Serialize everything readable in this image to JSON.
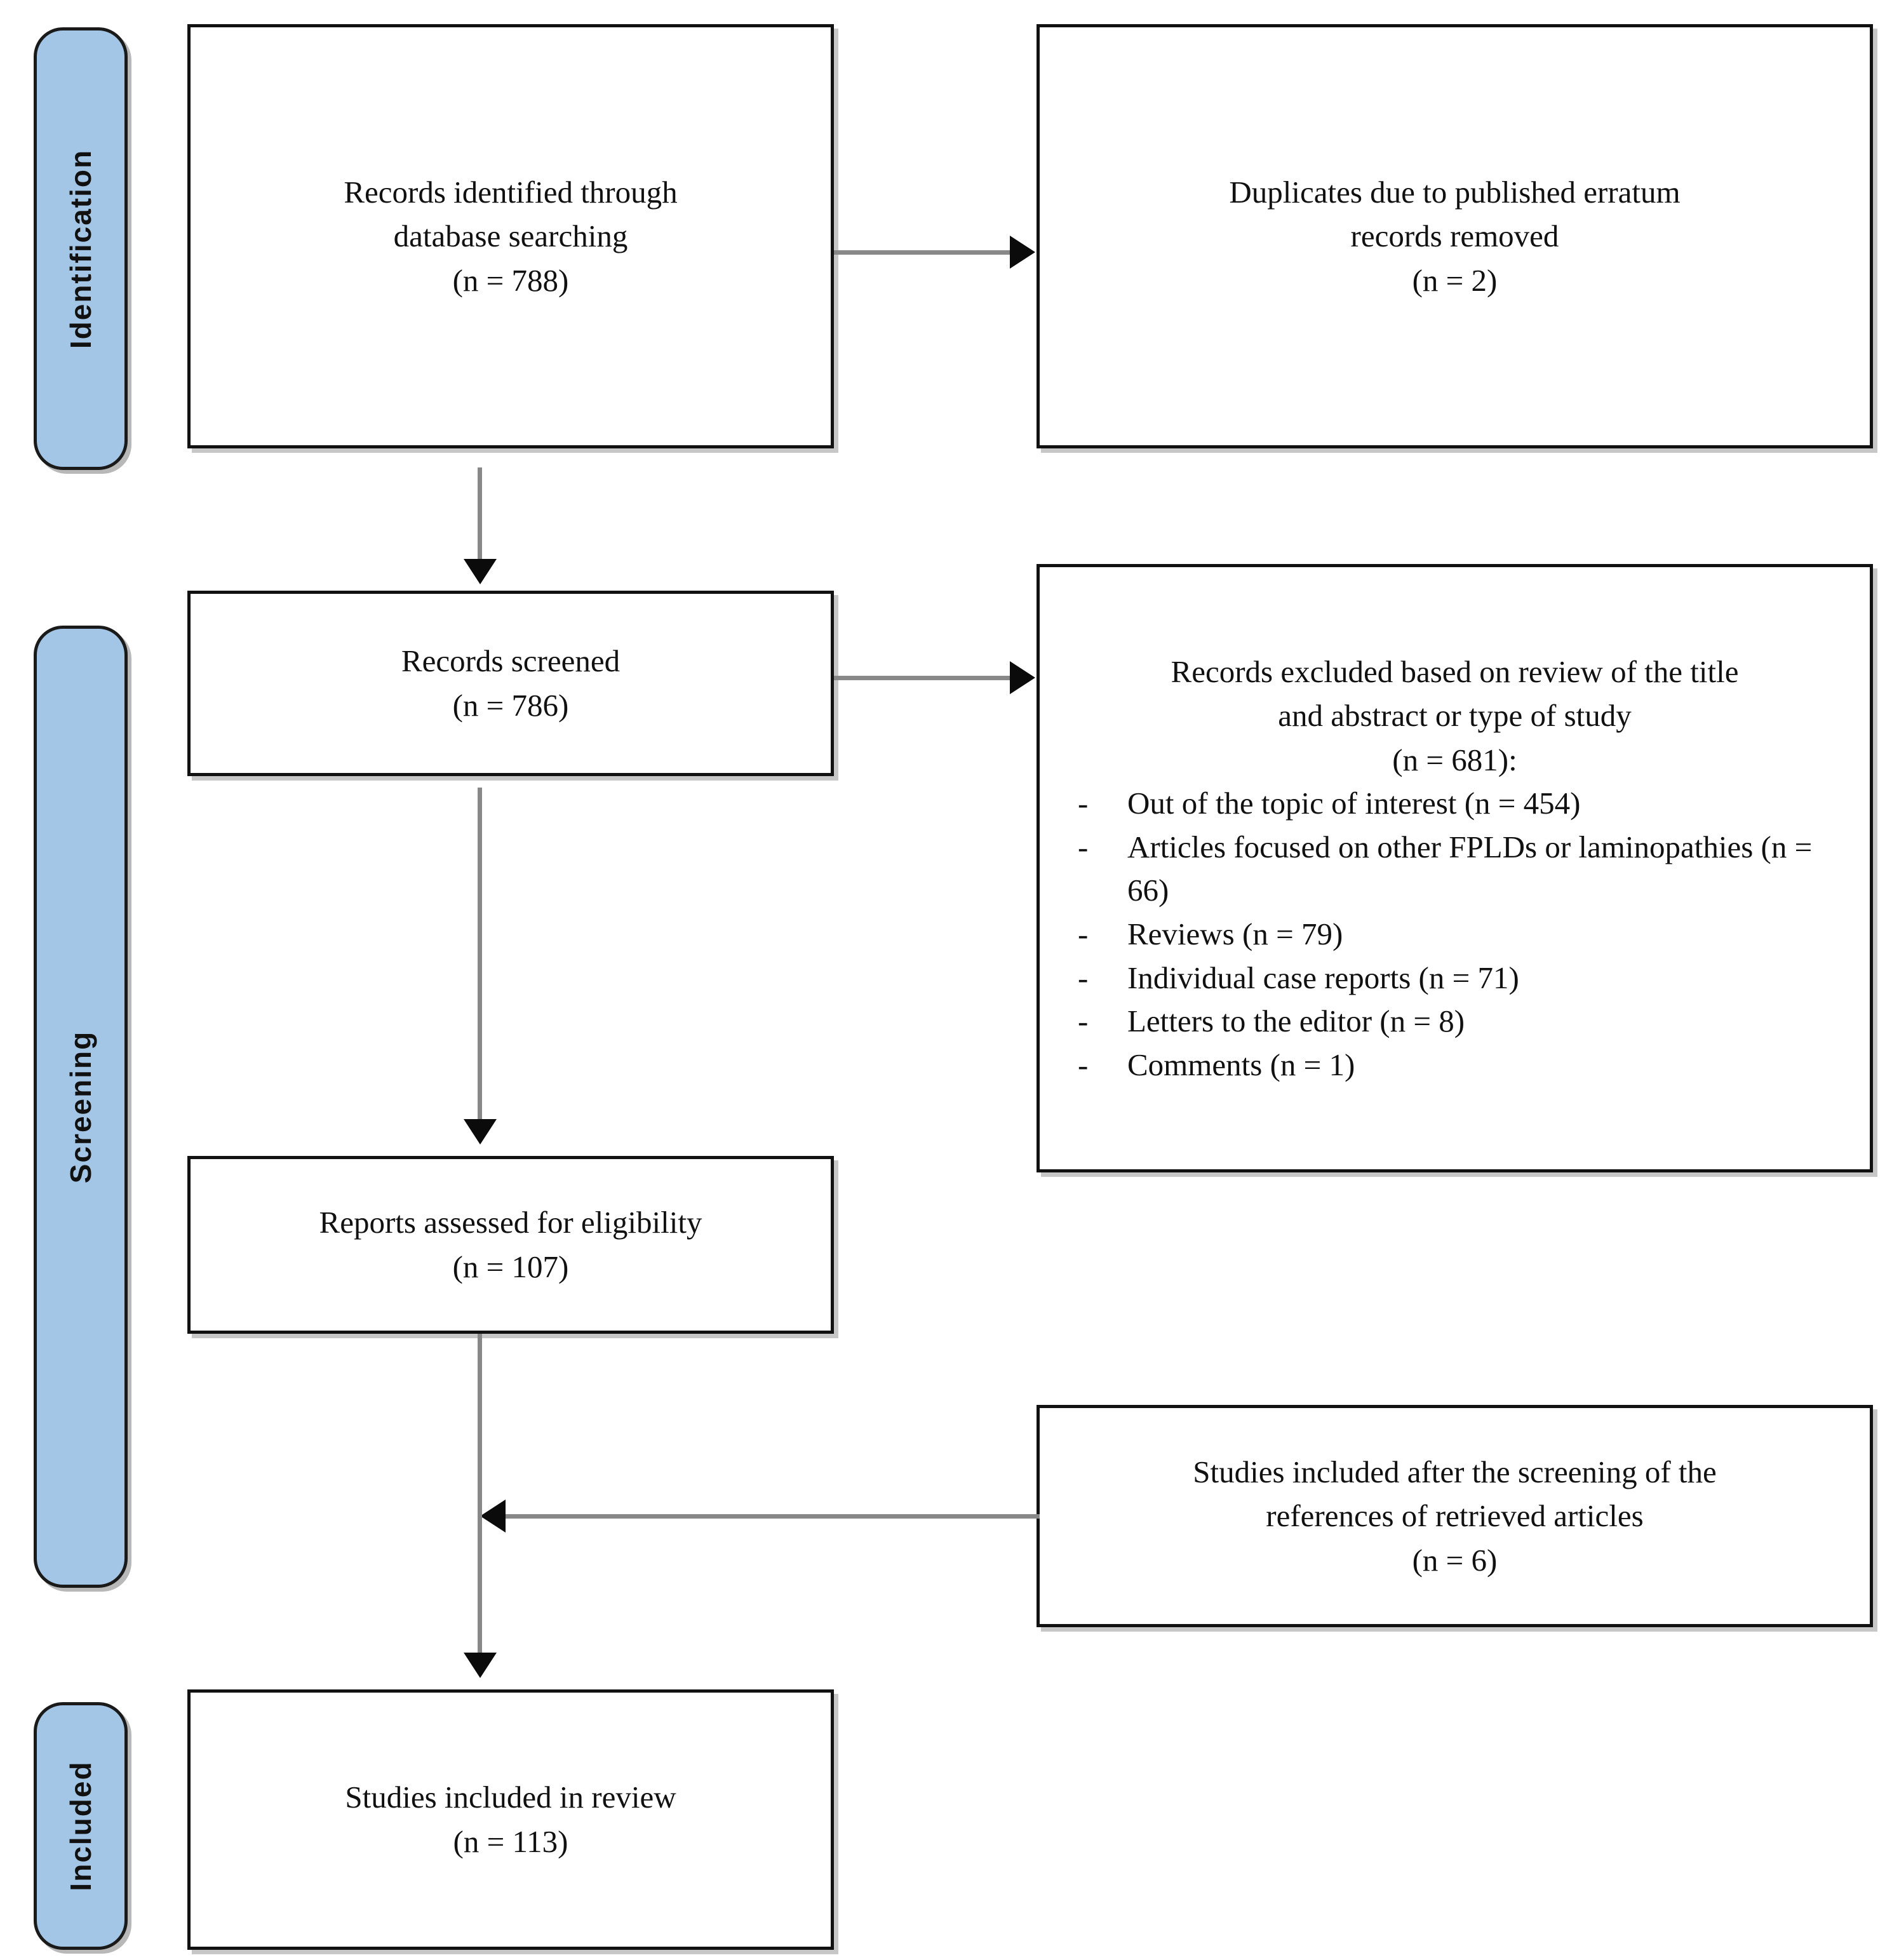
{
  "diagram": {
    "type": "prisma-flow-diagram",
    "accent_color": "#a4c6e6",
    "line_color": "#888888",
    "arrowhead_color": "#0b0b0b",
    "border_color": "#111111"
  },
  "stages": [
    {
      "key": "identification",
      "label": "Identification"
    },
    {
      "key": "screening",
      "label": "Screening"
    },
    {
      "key": "included",
      "label": "Included"
    }
  ],
  "boxes": {
    "records_identified": {
      "lines": [
        "Records identified through",
        "database searching",
        "(n = 788)"
      ]
    },
    "duplicates_removed": {
      "lines": [
        "Duplicates due to published erratum",
        "records removed",
        "(n = 2)"
      ]
    },
    "records_screened": {
      "lines": [
        "Records screened",
        "(n = 786)"
      ]
    },
    "records_excluded": {
      "heading": [
        "Records excluded based on review of the title",
        "and abstract or type of study",
        "(n = 681):"
      ],
      "bullet_marker": "-",
      "items": [
        "Out of the topic of interest (n = 454)",
        "Articles focused on other FPLDs or laminopathies (n = 66)",
        "Reviews (n = 79)",
        "Individual case reports (n = 71)",
        "Letters to the editor (n = 8)",
        "Comments (n = 1)"
      ]
    },
    "reports_assessed": {
      "lines": [
        "Reports assessed for eligibility",
        "(n = 107)"
      ]
    },
    "studies_from_references": {
      "lines": [
        "Studies included after the screening of the",
        "references of retrieved articles",
        "(n = 6)"
      ]
    },
    "studies_included": {
      "lines": [
        "Studies included in review",
        "(n = 113)"
      ]
    }
  },
  "connectors": [
    {
      "name": "identified-to-duplicates",
      "direction": "right"
    },
    {
      "name": "identified-to-screened",
      "direction": "down"
    },
    {
      "name": "screened-to-excluded",
      "direction": "right"
    },
    {
      "name": "screened-to-assessed",
      "direction": "down"
    },
    {
      "name": "references-to-assessed",
      "direction": "left"
    },
    {
      "name": "assessed-to-included",
      "direction": "down"
    }
  ]
}
